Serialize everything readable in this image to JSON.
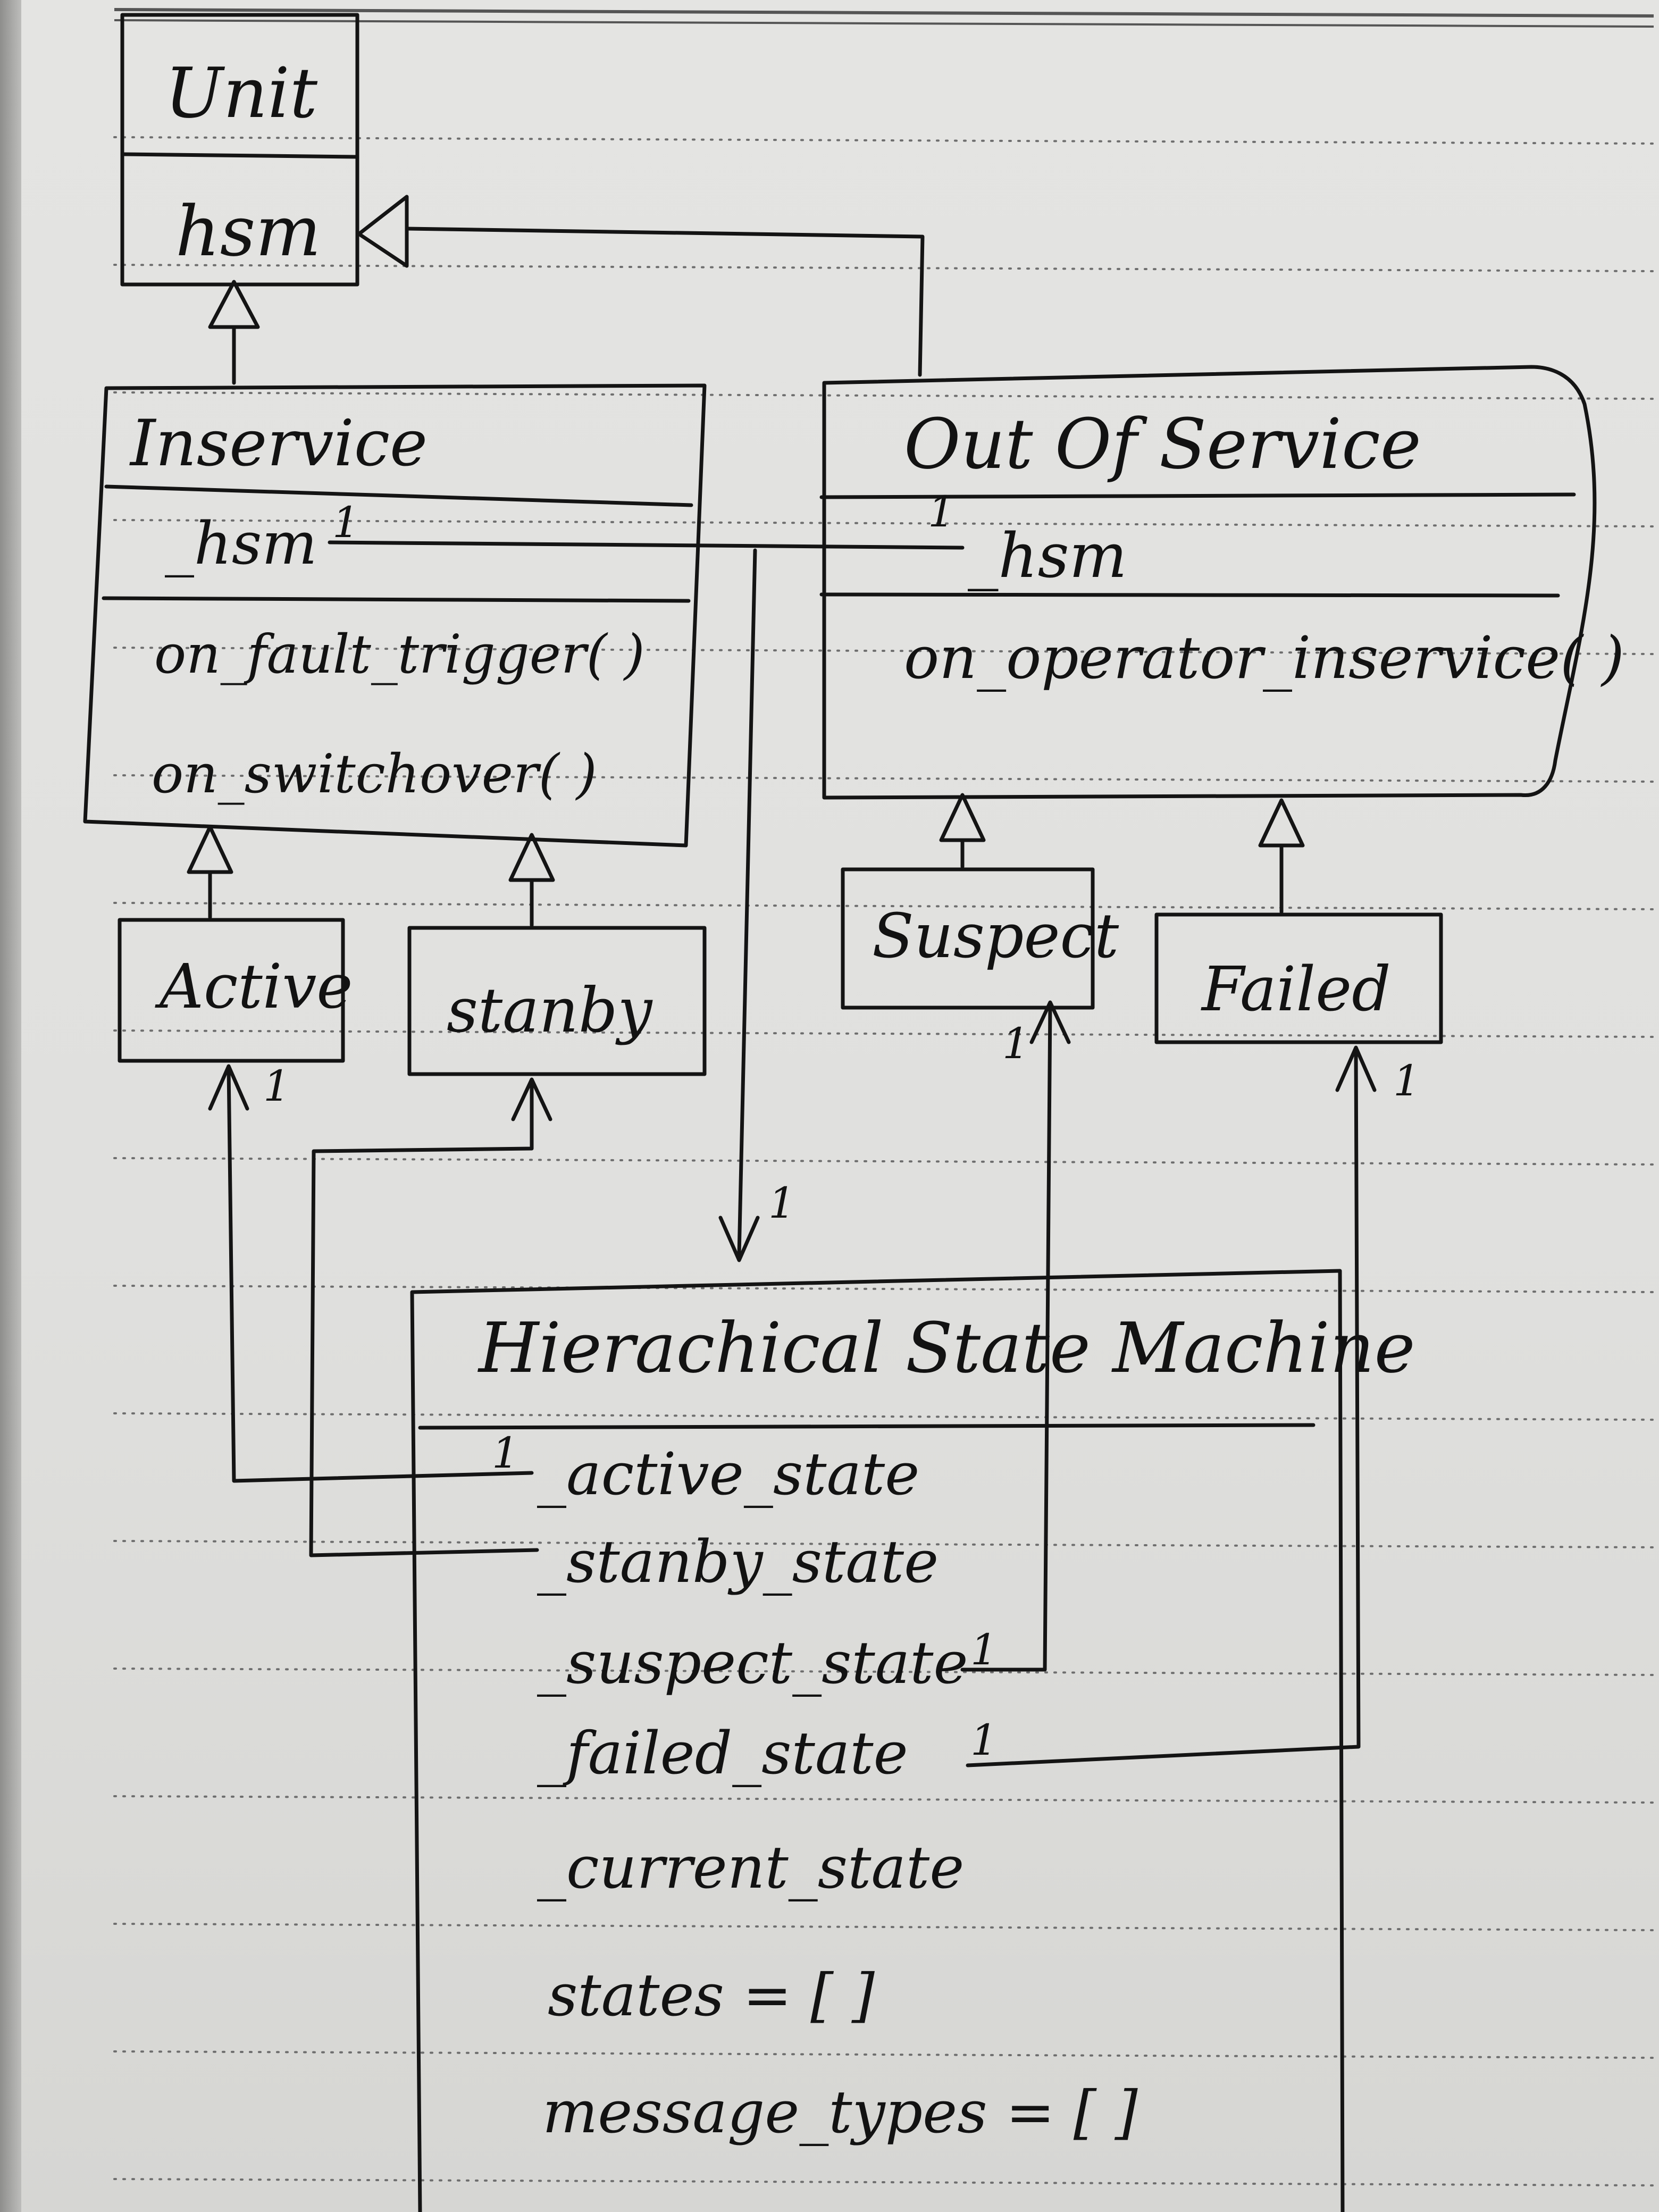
{
  "classes": {
    "unit": {
      "name": "Unit",
      "attributes": [
        "hsm"
      ]
    },
    "inservice": {
      "name": "Inservice",
      "attributes": [
        "_hsm"
      ],
      "methods": [
        "on_fault_trigger( )",
        "on_switchover( )"
      ]
    },
    "out_of_service": {
      "name": "Out Of Service",
      "attributes": [
        "_hsm"
      ],
      "methods": [
        "on_operator_inservice( )"
      ]
    },
    "active": {
      "name": "Active"
    },
    "stanby": {
      "name": "stanby"
    },
    "suspect": {
      "name": "Suspect"
    },
    "failed": {
      "name": "Failed"
    },
    "hsm": {
      "name": "Hierachical State Machine",
      "attributes": [
        "_active_state",
        "_stanby_state",
        "_suspect_state",
        "_failed_state",
        "_current_state",
        "states = [ ]",
        "message_types = [ ]"
      ]
    }
  },
  "multiplicities": {
    "active": "1",
    "hsm_in": "1",
    "suspect": "1",
    "failed": "1",
    "inservice_hsm": "1",
    "oos_hsm": "1",
    "active_state": "1",
    "suspect_state": "1",
    "failed_state": "1"
  },
  "ink_color": "#141414",
  "paper_color": "#e2e2e0"
}
